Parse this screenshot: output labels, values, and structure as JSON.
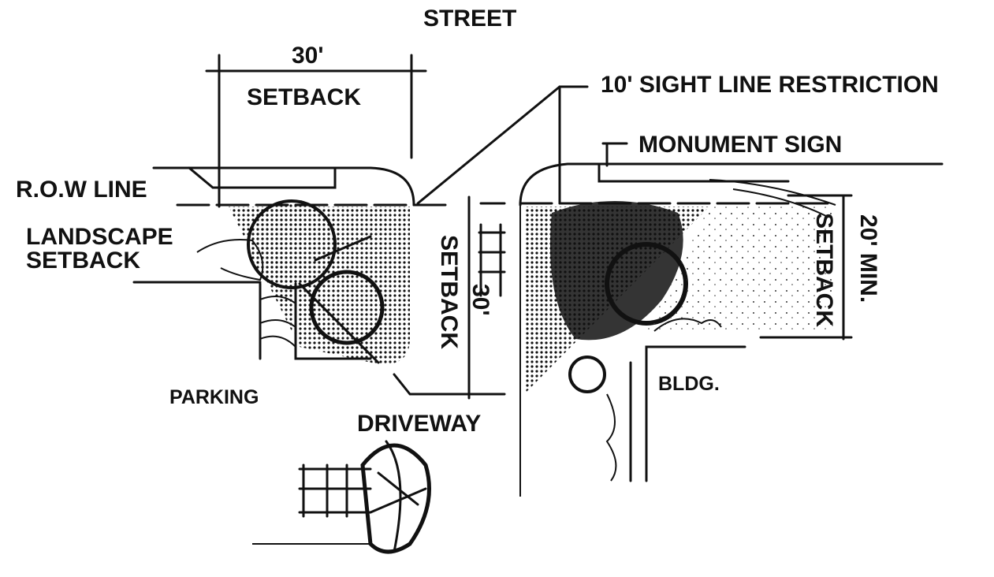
{
  "diagram": {
    "street_label": "STREET",
    "dimension_30_top": "30'",
    "setback_top": "SETBACK",
    "sight_line_label": "10' SIGHT LINE RESTRICTION",
    "monument_sign_label": "MONUMENT SIGN",
    "row_line_label": "R.O.W LINE",
    "landscape_label_line1": "LANDSCAPE",
    "landscape_label_line2": "SETBACK",
    "driveway_setback_label": "SETBACK",
    "driveway_setback_dim": "30'",
    "right_setback_dim": "20' MIN.",
    "right_setback_label": "SETBACK",
    "parking_label": "PARKING",
    "driveway_label": "DRIVEWAY",
    "building_label": "BLDG."
  },
  "colors": {
    "ink": "#111111",
    "background": "#ffffff"
  }
}
